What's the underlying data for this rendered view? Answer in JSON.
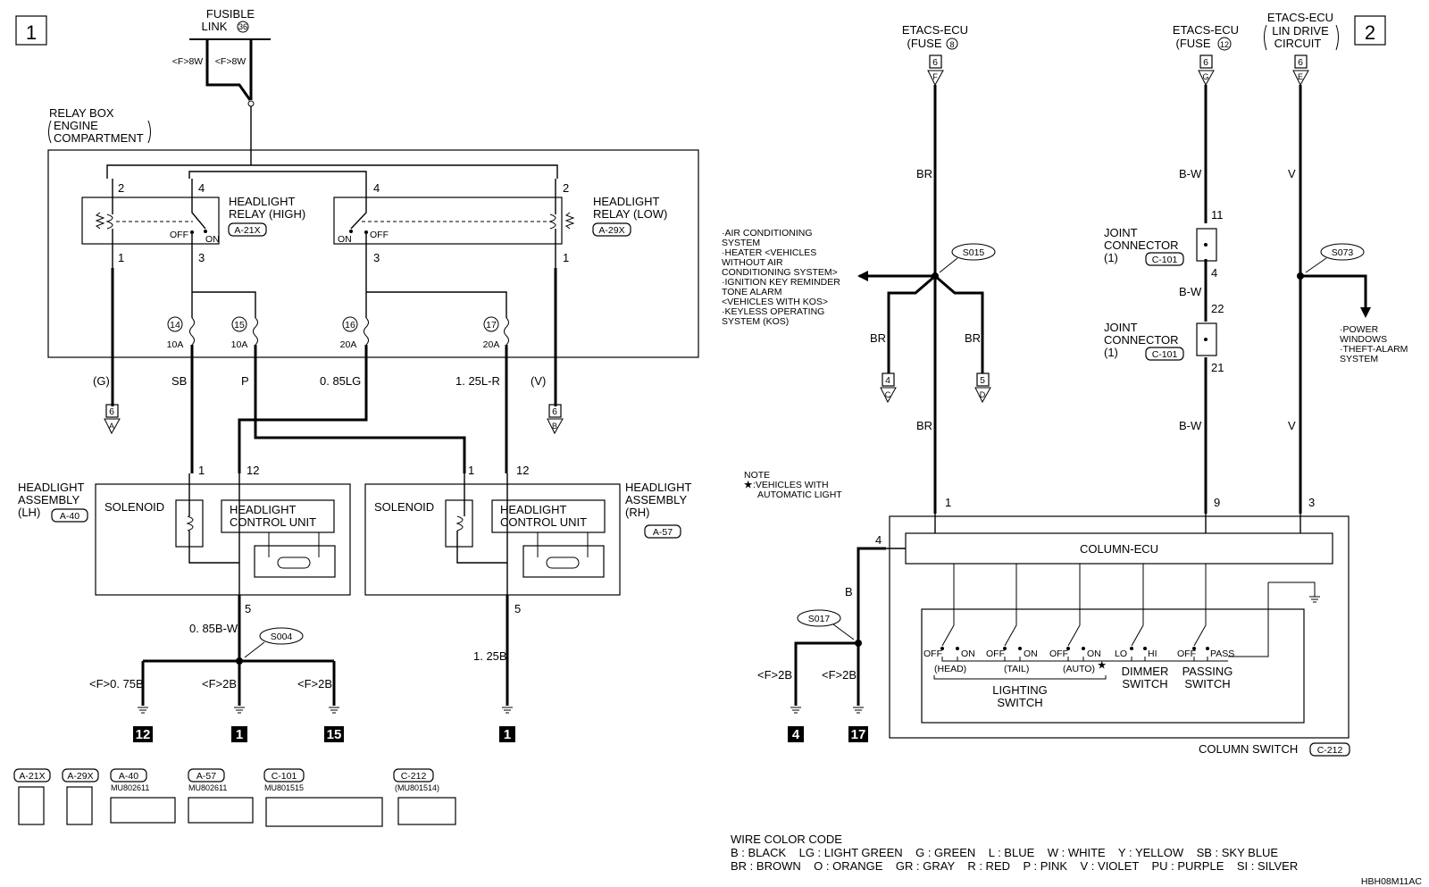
{
  "page_numbers": [
    "1",
    "2"
  ],
  "fusible_link": {
    "label": "FUSIBLE",
    "label2": "LINK",
    "num": "36",
    "wire_left": "<F>8W",
    "wire_right": "<F>8W"
  },
  "relay_box": {
    "line1": "RELAY BOX",
    "line2": "ENGINE",
    "line3": "COMPARTMENT"
  },
  "relay_high": {
    "line1": "HEADLIGHT",
    "line2": "RELAY (HIGH)",
    "connector": "A-21X",
    "pin_a": "2",
    "pin_b": "4",
    "pin_c": "1",
    "pin_d": "3",
    "off": "OFF",
    "on": "ON"
  },
  "relay_low": {
    "line1": "HEADLIGHT",
    "line2": "RELAY (LOW)",
    "connector": "A-29X",
    "pin_a": "4",
    "pin_b": "2",
    "pin_c": "3",
    "pin_d": "1",
    "off": "OFF",
    "on": "ON"
  },
  "fuses": [
    {
      "num": "14",
      "amp": "10A"
    },
    {
      "num": "15",
      "amp": "10A"
    },
    {
      "num": "16",
      "amp": "20A"
    },
    {
      "num": "17",
      "amp": "20A"
    }
  ],
  "wires_left": {
    "g": "(G)",
    "sb": "SB",
    "p": "P",
    "lg": "0. 85LG",
    "lr": "1. 25L-R",
    "v": "(V)",
    "bw": "0. 85B-W",
    "b125": "1. 25B"
  },
  "connectors_left": {
    "a_num": "6",
    "a_letter": "A",
    "b_num": "6",
    "b_letter": "B"
  },
  "headlight_lh": {
    "line1": "HEADLIGHT",
    "line2": "ASSEMBLY",
    "line3": "(LH)",
    "connector": "A-40",
    "solenoid": "SOLENOID",
    "hcu1": "HEADLIGHT",
    "hcu2": "CONTROL UNIT",
    "pin1": "1",
    "pin12": "12",
    "pin5": "5"
  },
  "headlight_rh": {
    "line1": "HEADLIGHT",
    "line2": "ASSEMBLY",
    "line3": "(RH)",
    "connector": "A-57",
    "solenoid": "SOLENOID",
    "hcu1": "HEADLIGHT",
    "hcu2": "CONTROL UNIT",
    "pin1": "1",
    "pin12": "12",
    "pin5": "5"
  },
  "splice_s004": "S004",
  "grounds_left": [
    {
      "wire": "<F>0. 75B",
      "num": "12"
    },
    {
      "wire": "<F>2B",
      "num": "1"
    },
    {
      "wire": "<F>2B",
      "num": "15"
    },
    {
      "num": "1"
    }
  ],
  "connector_legend": [
    {
      "label": "A-21X",
      "part": ""
    },
    {
      "label": "A-29X",
      "part": ""
    },
    {
      "label": "A-40",
      "part": "MU802611"
    },
    {
      "label": "A-57",
      "part": "MU802611"
    },
    {
      "label": "C-101",
      "part": "MU801515"
    },
    {
      "label": "C-212",
      "part": "(MU801514)"
    }
  ],
  "etacs1": {
    "line1": "ETACS-ECU",
    "line2": "(FUSE",
    "fuse": "8",
    "num": "6",
    "letter": "F",
    "wire": "BR"
  },
  "etacs2": {
    "line1": "ETACS-ECU",
    "line2": "(FUSE",
    "fuse": "12",
    "num": "6",
    "letter": "G",
    "wire": "B-W"
  },
  "etacs3": {
    "line1": "ETACS-ECU",
    "line2": "LIN DRIVE",
    "line3": "CIRCUIT",
    "num": "6",
    "letter": "E",
    "wire": "V"
  },
  "s015": {
    "label": "S015",
    "wire_left": "BR",
    "wire_right": "BR",
    "wire_down": "BR",
    "c_num": "4",
    "c_letter": "C",
    "d_num": "5",
    "d_letter": "D"
  },
  "s015_notes": [
    "·AIR CONDITIONING",
    " SYSTEM",
    "·HEATER <VEHICLES",
    " WITHOUT AIR",
    " CONDITIONING SYSTEM>",
    "·IGNITION KEY REMINDER",
    " TONE ALARM",
    " <VEHICLES WITH KOS>",
    "·KEYLESS OPERATING",
    " SYSTEM (KOS)"
  ],
  "joint1": {
    "line1": "JOINT",
    "line2": "CONNECTOR",
    "line3": "(1)",
    "connector": "C-101",
    "pin_top": "11",
    "pin_bot": "4"
  },
  "joint2": {
    "line1": "JOINT",
    "line2": "CONNECTOR",
    "line3": "(1)",
    "connector": "C-101",
    "pin_top": "22",
    "pin_bot": "21"
  },
  "bw_mid": "B-W",
  "bw_low": "B-W",
  "v_low": "V",
  "s073": {
    "label": "S073",
    "notes": [
      "·POWER",
      " WINDOWS",
      "·THEFT-ALARM",
      " SYSTEM"
    ]
  },
  "note": {
    "title": "NOTE",
    "star": "★",
    "line1": ":VEHICLES WITH",
    "line2": "AUTOMATIC LIGHT"
  },
  "column_switch": {
    "ecu": "COLUMN-ECU",
    "label": "COLUMN SWITCH",
    "connector": "C-212",
    "pin1": "1",
    "pin9": "9",
    "pin3": "3",
    "pin4": "4",
    "switches": [
      {
        "left": "OFF",
        "right": "ON",
        "sub": "(HEAD)"
      },
      {
        "left": "OFF",
        "right": "ON",
        "sub": "(TAIL)"
      },
      {
        "left": "OFF",
        "right": "ON",
        "sub": "(AUTO)"
      },
      {
        "left": "LO",
        "right": "HI",
        "sub": ""
      },
      {
        "left": "OFF",
        "right": "PASS",
        "sub": ""
      }
    ],
    "auto_star": "★",
    "lighting": {
      "line1": "LIGHTING",
      "line2": "SWITCH"
    },
    "dimmer": {
      "line1": "DIMMER",
      "line2": "SWITCH"
    },
    "passing": {
      "line1": "PASSING",
      "line2": "SWITCH"
    }
  },
  "s017": {
    "label": "S017",
    "wire": "B",
    "g1_wire": "<F>2B",
    "g1_num": "4",
    "g2_wire": "<F>2B",
    "g2_num": "17"
  },
  "wire_color_code": {
    "title": "WIRE COLOR CODE",
    "row1": "B : BLACK    LG : LIGHT GREEN    G : GREEN    L : BLUE    W : WHITE    Y : YELLOW    SB : SKY BLUE",
    "row2": "BR : BROWN    O : ORANGE    GR : GRAY    R : RED    P : PINK    V : VIOLET    PU : PURPLE    SI : SILVER"
  },
  "code": "HBH08M11AC"
}
